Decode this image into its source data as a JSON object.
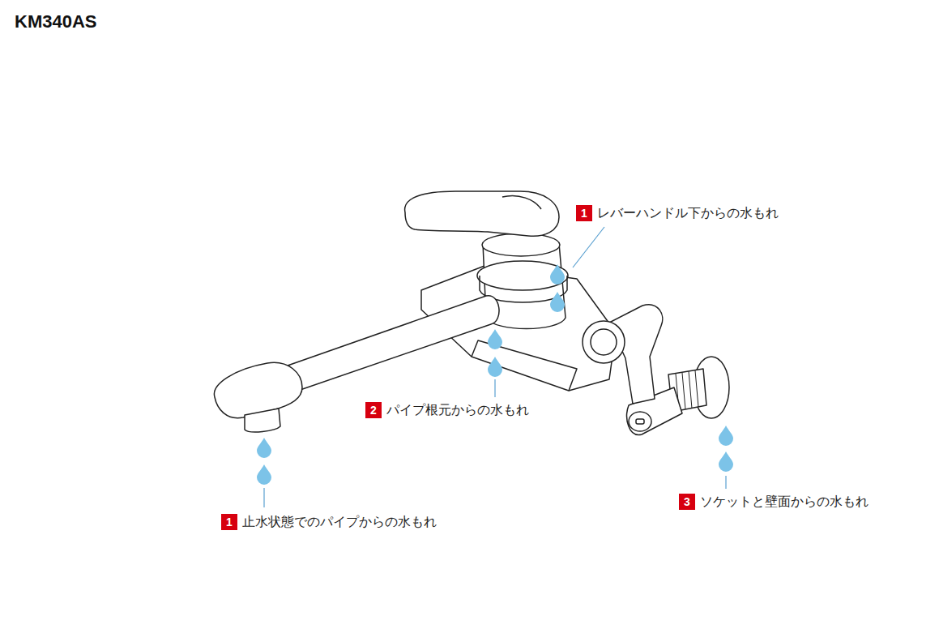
{
  "diagram": {
    "title": "KM340AS",
    "nodes": [
      {
        "text": [
          "1",
          "レバーハンドル下からの水もれ"
        ]
      },
      {
        "text": [
          "2",
          "パイプ根元からの水もれ"
        ]
      },
      {
        "text": [
          "3",
          "ソケットと壁面からの水もれ"
        ]
      },
      {
        "text": [
          "1",
          "止水状態でのパイプからの水もれ"
        ]
      }
    ]
  }
}
